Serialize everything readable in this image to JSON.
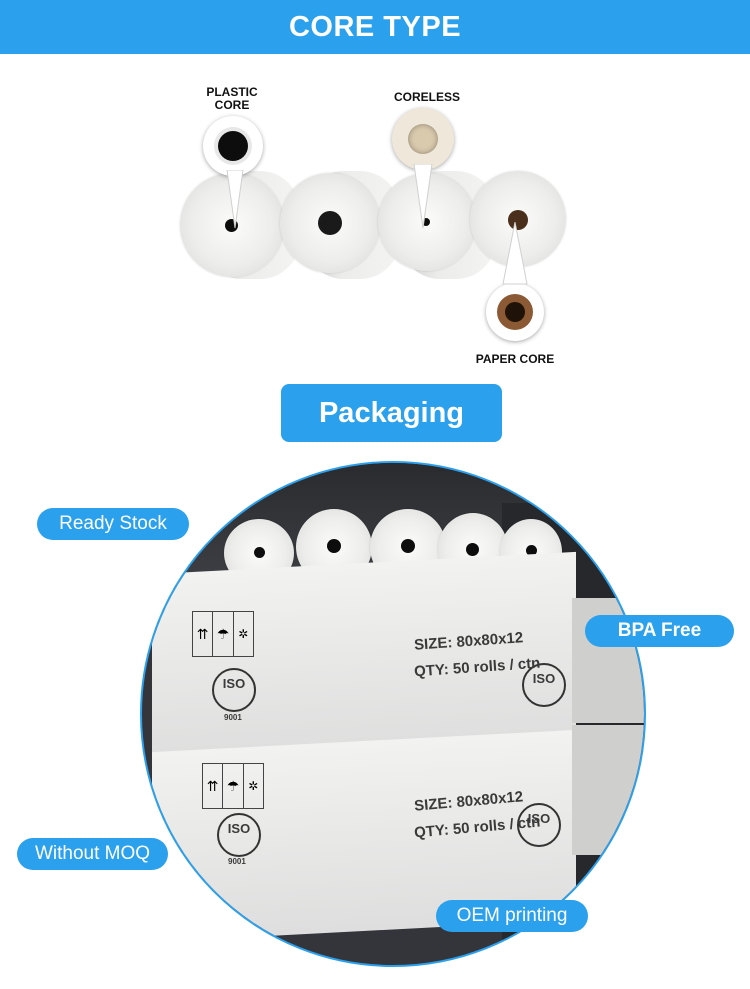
{
  "header": {
    "title": "CORE TYPE"
  },
  "core_types": {
    "plastic_line1": "PLASTIC",
    "plastic_line2": "CORE",
    "coreless": "CORELESS",
    "paper": "PAPER CORE"
  },
  "packaging": {
    "title": "Packaging"
  },
  "box": {
    "size": "SIZE:  80x80x12",
    "qty": "QTY:  50 rolls / ctn",
    "iso": "ISO",
    "iso_num": "9001"
  },
  "badges": {
    "ready_stock": "Ready Stock",
    "bpa_free": "BPA Free",
    "without_moq": "Without MOQ",
    "oem_printing": "OEM printing"
  },
  "colors": {
    "accent": "#2ba0ec"
  }
}
